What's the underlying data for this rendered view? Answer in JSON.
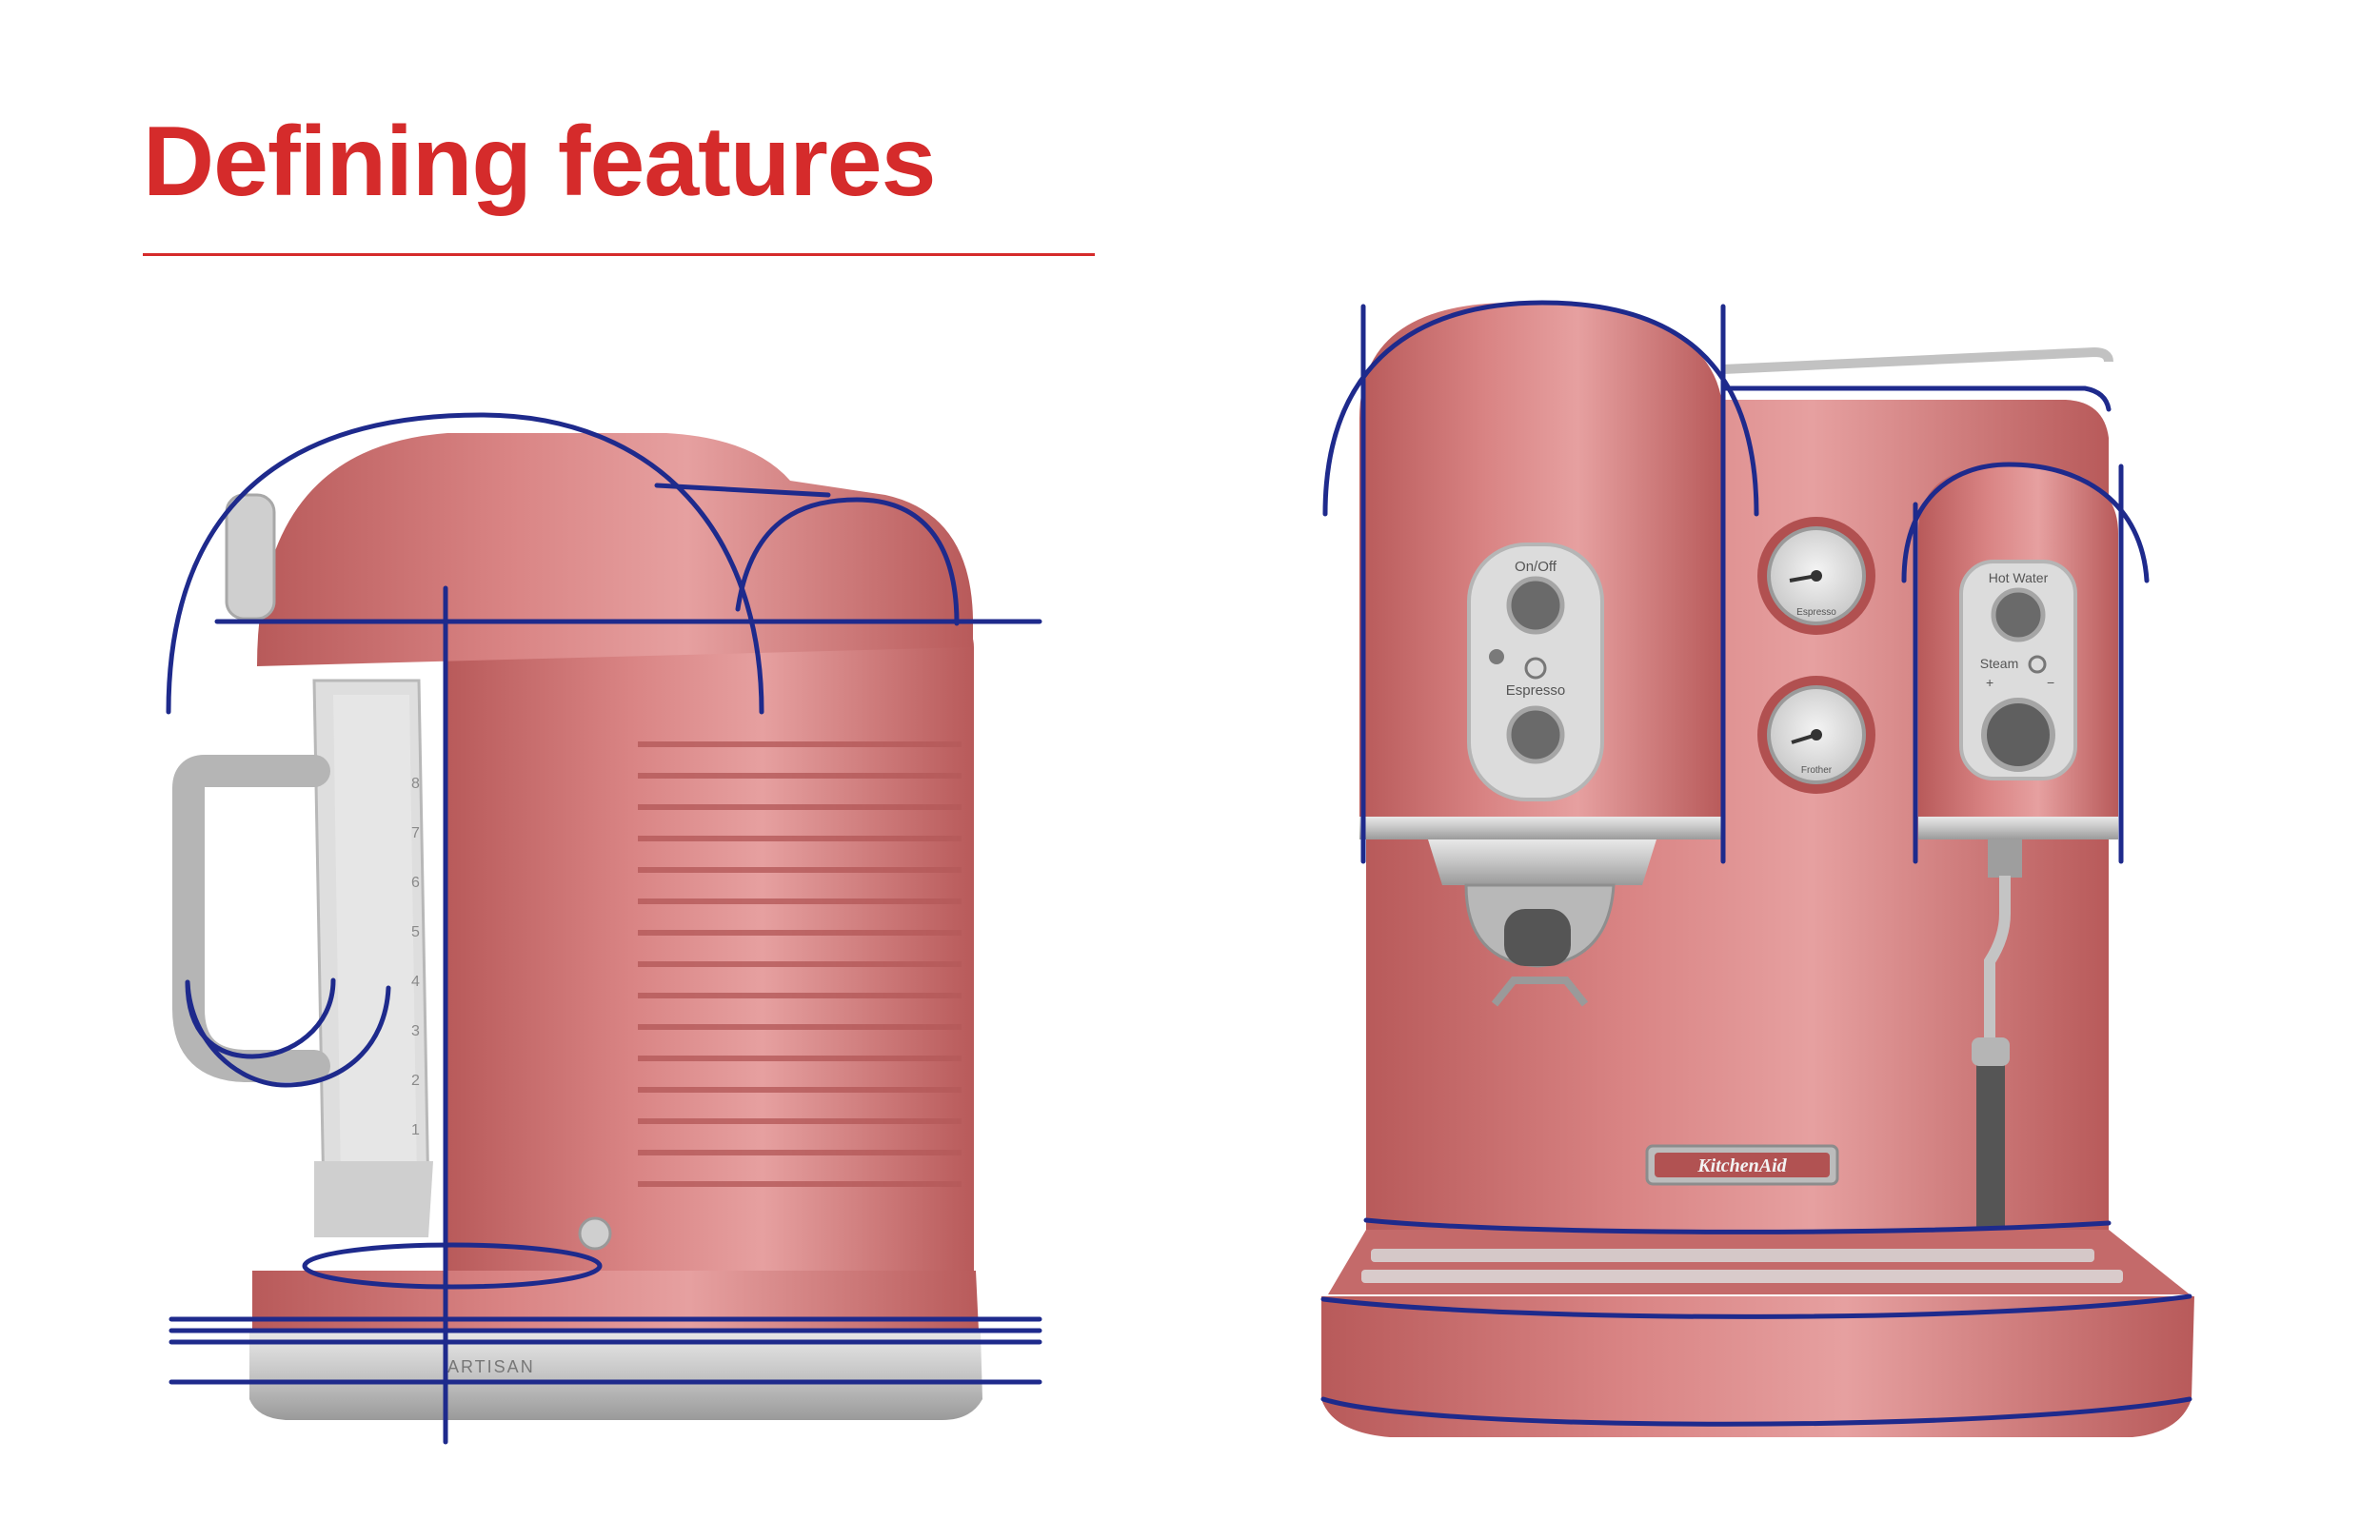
{
  "heading": {
    "title": "Defining features"
  },
  "blender": {
    "jar_marks": [
      "8",
      "7",
      "6",
      "5",
      "4",
      "3",
      "2",
      "1"
    ],
    "base_brand": "ARTISAN"
  },
  "espresso": {
    "left_panel": {
      "power_label": "On/Off",
      "brew_label": "Espresso"
    },
    "gauges": {
      "top_label": "Espresso",
      "bottom_label": "Frother"
    },
    "right_panel": {
      "hot_water_label": "Hot Water",
      "steam_label": "Steam",
      "plus": "+",
      "minus": "−"
    },
    "brand": "KitchenAid"
  },
  "colors": {
    "accent": "#d52b2b",
    "overlay": "#1e2a8c",
    "body": "#d07878",
    "body_dark": "#b55a5a",
    "metal": "#bdbdbd",
    "metal_dark": "#7a7a7a"
  }
}
